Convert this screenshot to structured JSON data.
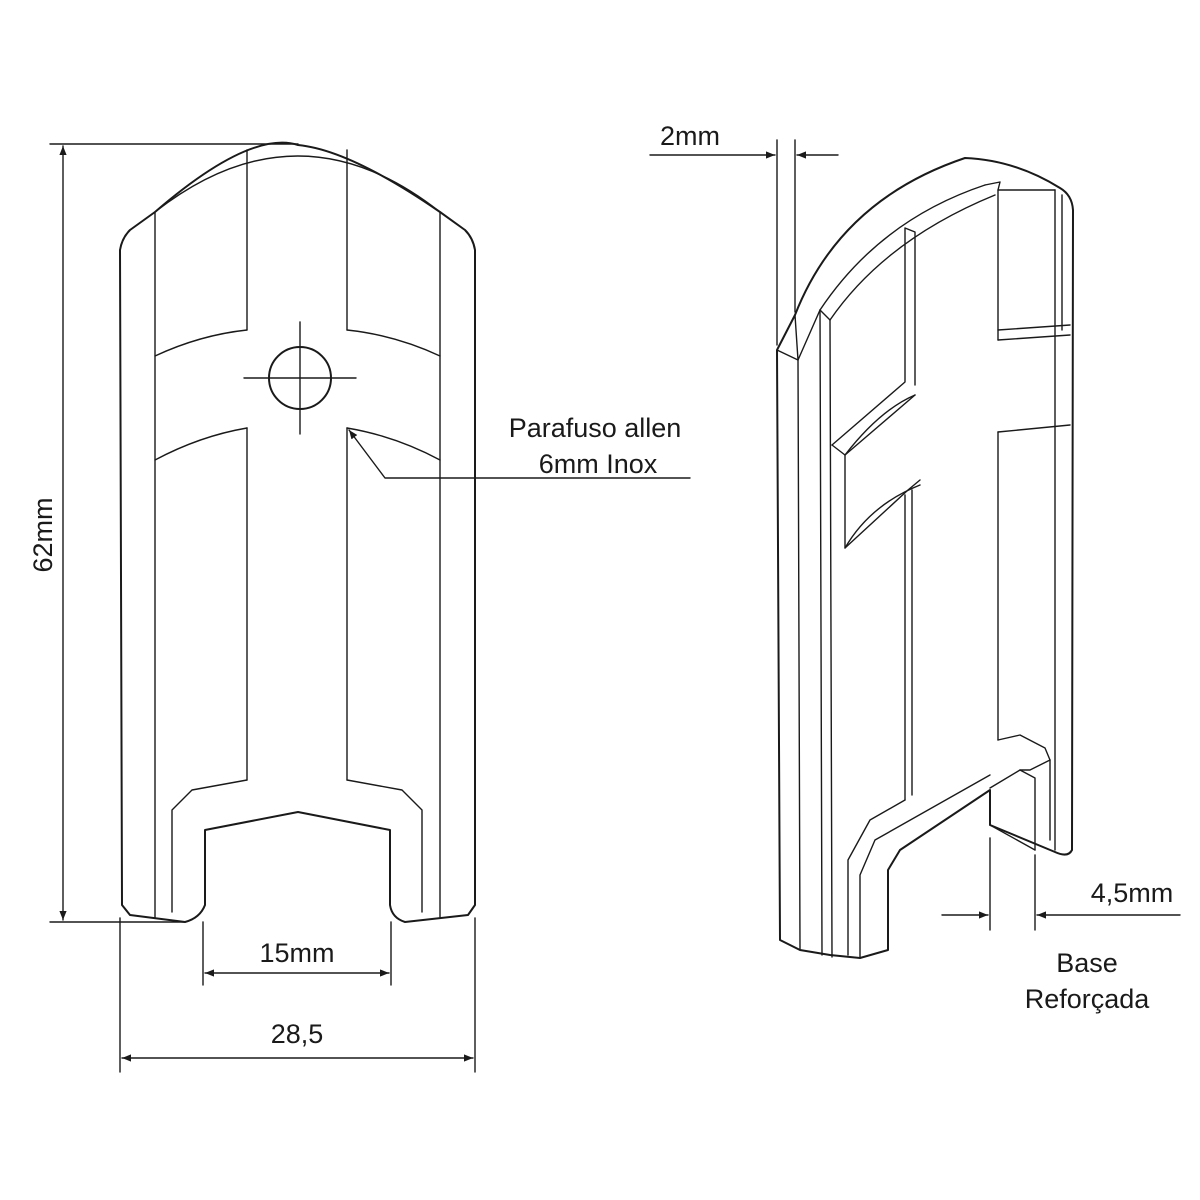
{
  "labels": {
    "height": "62mm",
    "width_total": "28,5",
    "slot_width": "15mm",
    "screw_line1": "Parafuso allen",
    "screw_line2": "6mm Inox",
    "thickness": "2mm",
    "base_width": "4,5mm",
    "base_line1": "Base",
    "base_line2": "Reforçada"
  },
  "colors": {
    "line": "#1a1a1a",
    "background": "#ffffff"
  }
}
